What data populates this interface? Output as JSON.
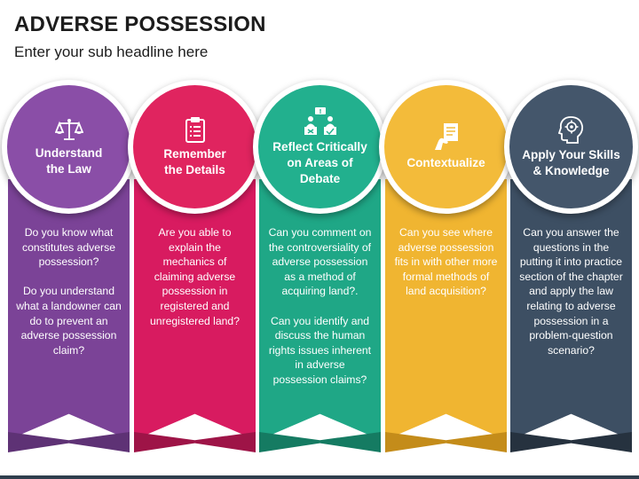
{
  "title": "ADVERSE POSSESSION",
  "subtitle": "Enter your sub headline here",
  "cards": [
    {
      "heading": "Understand\nthe Law",
      "icon": "scales-icon",
      "color": "#7b4397",
      "circle_color": "#8a4ea7",
      "tail_color": "#5e3275",
      "text": "Do you know what constitutes adverse possession?\n\nDo you understand what a landowner can do to prevent an adverse possession claim?"
    },
    {
      "heading": "Remember\nthe Details",
      "icon": "clipboard-icon",
      "color": "#d81b60",
      "circle_color": "#e0245f",
      "tail_color": "#9e1447",
      "text": "Are you able to explain the mechanics of claiming adverse possession in registered and unregistered land?"
    },
    {
      "heading": "Reflect Critically\non Areas of\nDebate",
      "icon": "debate-icon",
      "color": "#1fa786",
      "circle_color": "#22b08e",
      "tail_color": "#157b62",
      "text": "Can you comment on the controversiality of adverse possession as a method of acquiring land?.\n\nCan you identify and discuss the human rights issues inherent in adverse possession claims?"
    },
    {
      "heading": "Contextualize",
      "icon": "document-hand-icon",
      "color": "#f0b531",
      "circle_color": "#f3bb3a",
      "tail_color": "#c48c1a",
      "text": "Can you see where adverse possession fits in with other more formal methods of land acquisition?"
    },
    {
      "heading": "Apply Your Skills\n& Knowledge",
      "icon": "head-gear-icon",
      "color": "#3d4f63",
      "circle_color": "#44566b",
      "tail_color": "#26323f",
      "text": "Can you answer the questions in the putting it into practice section of the chapter and apply the law relating to adverse possession in a problem-question scenario?"
    }
  ]
}
